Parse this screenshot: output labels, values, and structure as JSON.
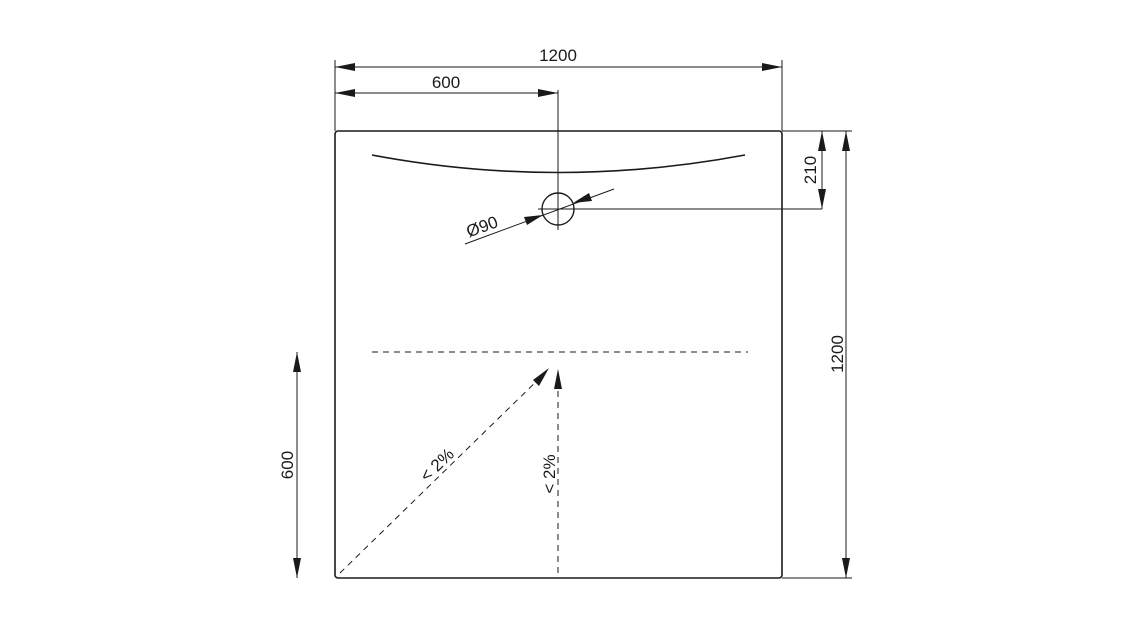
{
  "drawing": {
    "dimensions": {
      "overall_width": "1200",
      "half_width": "600",
      "overall_depth": "1200",
      "drain_offset": "210",
      "drain_diameter": "Ø90",
      "left_half_depth": "600"
    },
    "slopes": {
      "diagonal": "< 2%",
      "vertical": "< 2%"
    }
  }
}
